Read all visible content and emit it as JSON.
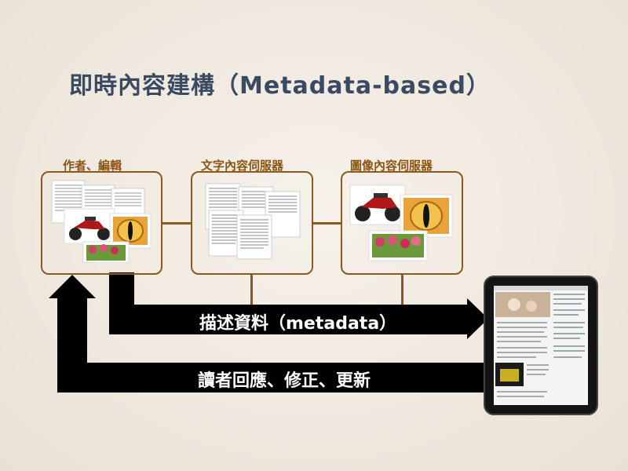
{
  "title": "即時內容建構（Metadata-based）",
  "nodes": [
    {
      "id": "author",
      "label": "作者、編輯"
    },
    {
      "id": "text-server",
      "label": "文字內容伺服器"
    },
    {
      "id": "image-server",
      "label": "圖像內容伺服器"
    }
  ],
  "arrows": {
    "metadata_label": "描述資料（metadata）",
    "feedback_label": "讀者回應、修正、更新"
  },
  "colors": {
    "title": "#3a4a63",
    "caption": "#8a5412",
    "box_border": "#8c5a1e",
    "arrow": "#000000"
  }
}
